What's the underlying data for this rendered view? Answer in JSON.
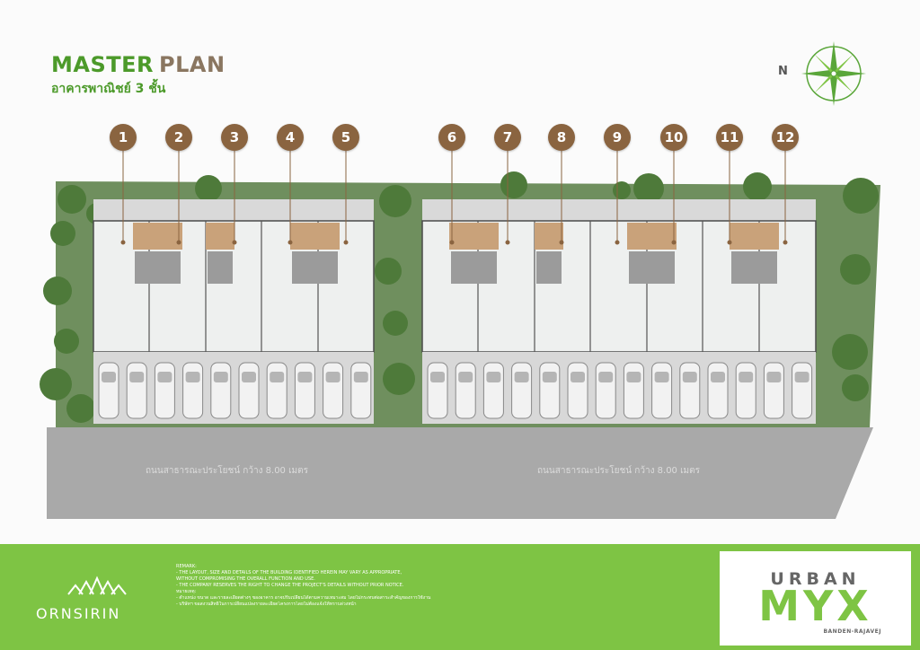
{
  "header": {
    "title_word1": "MASTER",
    "title_word2": "PLAN",
    "subtitle": "อาคารพาณิชย์ 3 ชั้น"
  },
  "compass": {
    "north_label": "N"
  },
  "units": [
    "1",
    "2",
    "3",
    "4",
    "5",
    "6",
    "7",
    "8",
    "9",
    "10",
    "11",
    "12"
  ],
  "road": {
    "label_left": "ถนนสาธารณะประโยชน์ กว้าง 8.00 เมตร",
    "label_right": "ถนนสาธารณะประโยชน์ กว้าง 8.00 เมตร"
  },
  "footer": {
    "developer_logo_text": "ORNSIRIN",
    "remarks": [
      "REMARK:",
      "- THE LAYOUT, SIZE AND DETAILS OF THE BUILDING IDENTIFIED HEREIN MAY VARY AS APPROPRIATE,",
      "  WITHOUT COMPROMISING THE OVERALL FUNCTION AND USE.",
      "- THE COMPANY RESERVES THE RIGHT TO CHANGE THE PROJECT'S DETAILS WITHOUT PRIOR NOTICE.",
      "หมายเหตุ:",
      "- ตำแหน่ง ขนาด และรายละเอียดต่างๆ ของอาคาร อาจปรับเปลี่ยนได้ตามความเหมาะสม โดยไม่กระทบต่อสาระสำคัญของการใช้งาน",
      "- บริษัทฯ ขอสงวนสิทธิ์ในการเปลี่ยนแปลงรายละเอียดโครงการโดยไม่ต้องแจ้งให้ทราบล่วงหน้า"
    ],
    "brand_line1": "URBAN",
    "brand_line2": "MYX",
    "brand_line3": "BANDEN-RAJAVEJ"
  },
  "colors": {
    "accent_green": "#7ec444",
    "title_green": "#4c9a2a",
    "badge_brown": "#8a6440",
    "lawn_green": "#6f8f5e",
    "road_gray": "#a9a9a9"
  }
}
